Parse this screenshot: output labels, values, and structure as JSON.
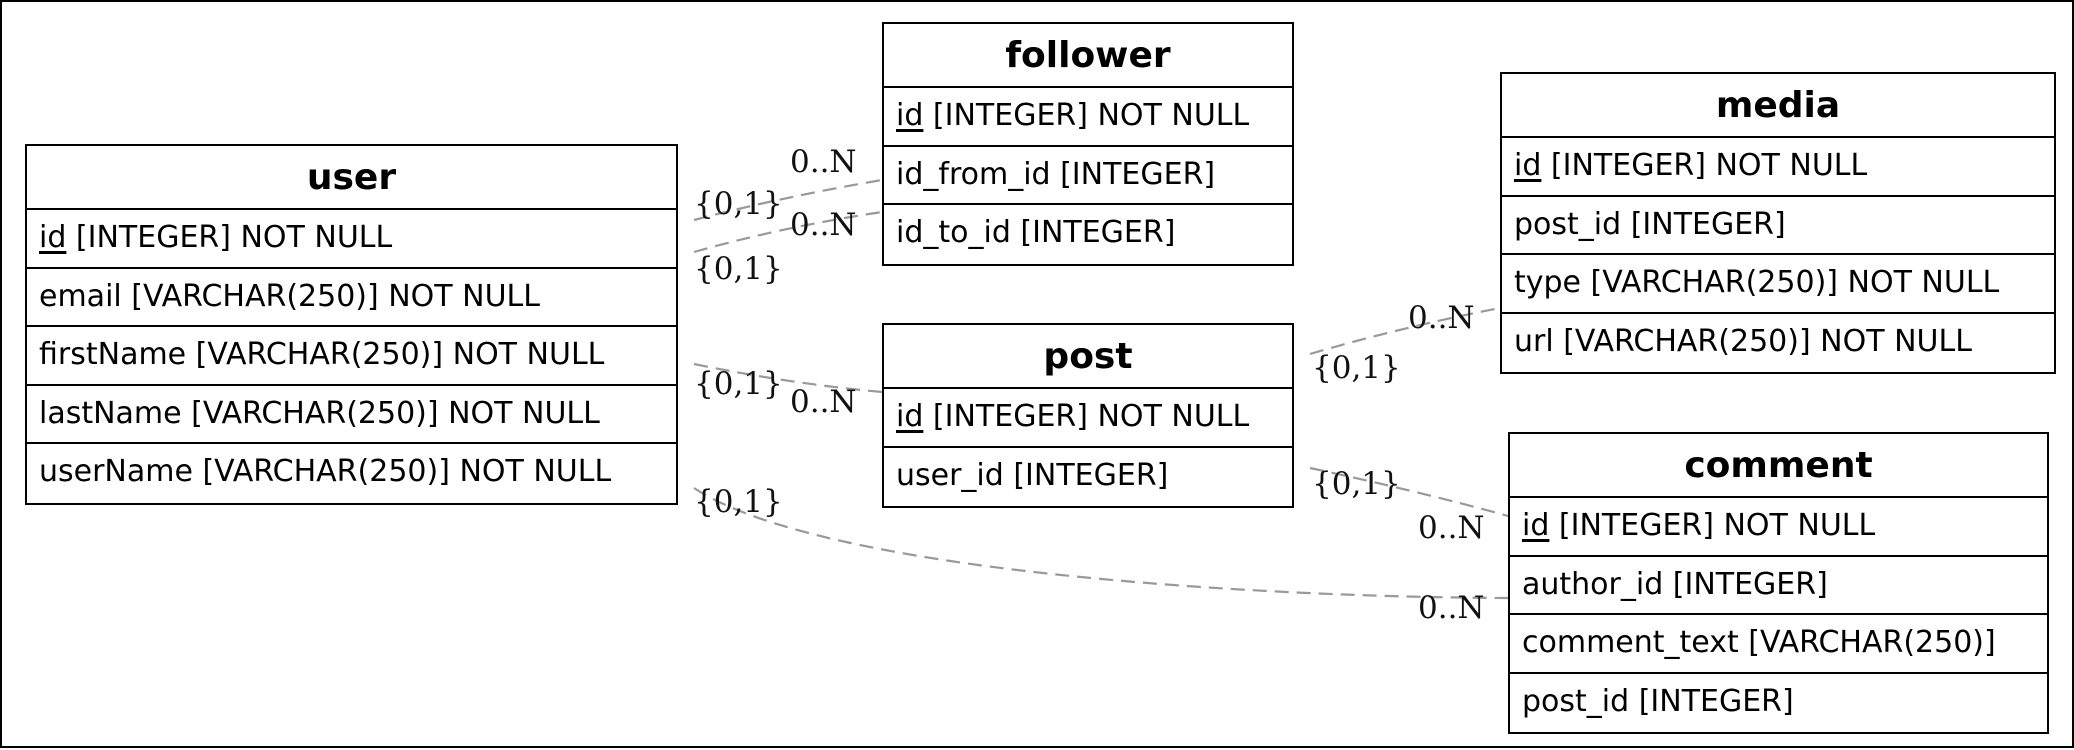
{
  "entities": {
    "user": {
      "name": "user",
      "rows": [
        {
          "key": "id",
          "rest": " [INTEGER] NOT NULL"
        },
        {
          "text": "email [VARCHAR(250)] NOT NULL"
        },
        {
          "text": "firstName [VARCHAR(250)] NOT NULL"
        },
        {
          "text": "lastName [VARCHAR(250)] NOT NULL"
        },
        {
          "text": "userName [VARCHAR(250)] NOT NULL"
        }
      ]
    },
    "follower": {
      "name": "follower",
      "rows": [
        {
          "key": "id",
          "rest": " [INTEGER] NOT NULL"
        },
        {
          "text": "id_from_id [INTEGER]"
        },
        {
          "text": "id_to_id [INTEGER]"
        }
      ]
    },
    "post": {
      "name": "post",
      "rows": [
        {
          "key": "id",
          "rest": " [INTEGER] NOT NULL"
        },
        {
          "text": "user_id [INTEGER]"
        }
      ]
    },
    "media": {
      "name": "media",
      "rows": [
        {
          "key": "id",
          "rest": " [INTEGER] NOT NULL"
        },
        {
          "text": "post_id [INTEGER]"
        },
        {
          "text": "type [VARCHAR(250)] NOT NULL"
        },
        {
          "text": "url [VARCHAR(250)] NOT NULL"
        }
      ]
    },
    "comment": {
      "name": "comment",
      "rows": [
        {
          "key": "id",
          "rest": " [INTEGER] NOT NULL"
        },
        {
          "text": "author_id [INTEGER]"
        },
        {
          "text": "comment_text [VARCHAR(250)]"
        },
        {
          "text": "post_id [INTEGER]"
        }
      ]
    }
  },
  "relationships": [
    {
      "from": "user",
      "to": "follower",
      "from_card": "{0,1}",
      "to_card": "0..N"
    },
    {
      "from": "user",
      "to": "follower",
      "from_card": "{0,1}",
      "to_card": "0..N"
    },
    {
      "from": "user",
      "to": "post",
      "from_card": "{0,1}",
      "to_card": "0..N"
    },
    {
      "from": "user",
      "to": "comment",
      "from_card": "{0,1}",
      "to_card": "0..N"
    },
    {
      "from": "post",
      "to": "media",
      "from_card": "{0,1}",
      "to_card": "0..N"
    },
    {
      "from": "post",
      "to": "comment",
      "from_card": "{0,1}",
      "to_card": "0..N"
    }
  ],
  "colors": {
    "edge": "#999999",
    "border": "#000000",
    "background": "#ffffff"
  }
}
